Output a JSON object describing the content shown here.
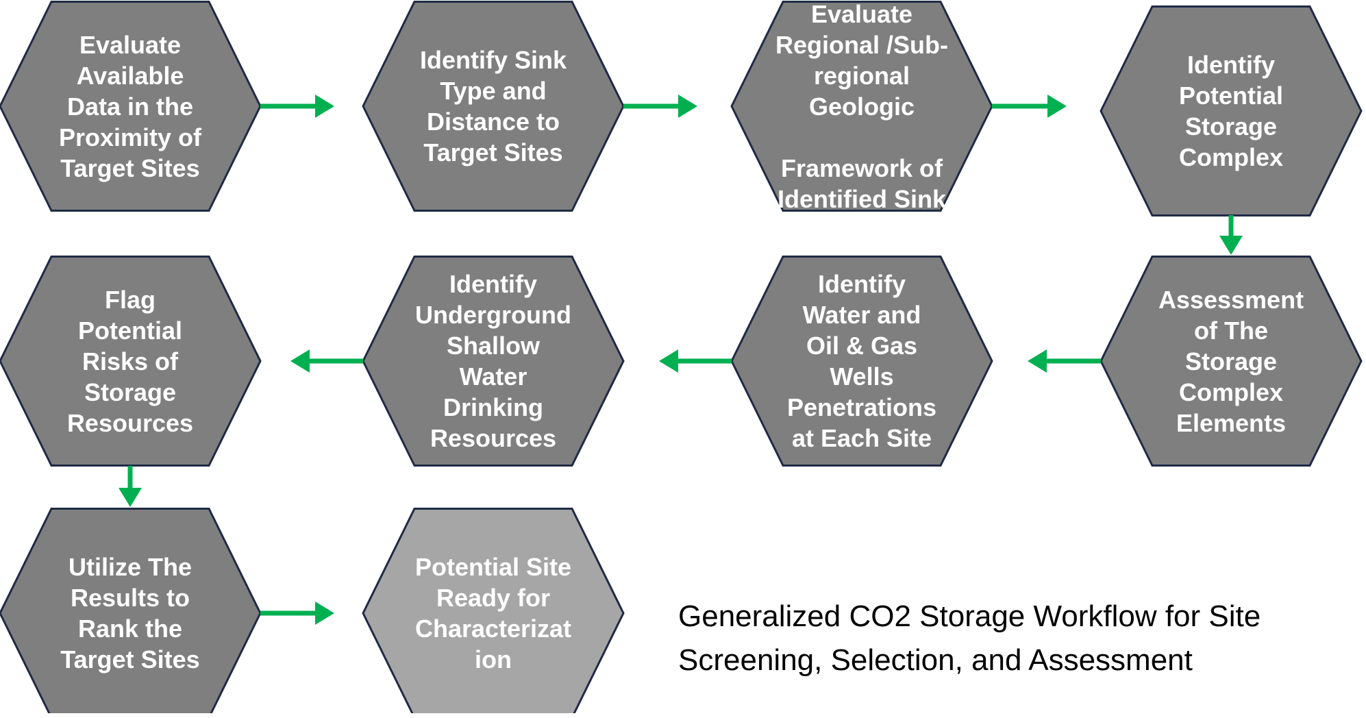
{
  "colors": {
    "hex_fill": "#7f7f7f",
    "hex_final_fill": "#a6a6a6",
    "hex_stroke": "#1f2a44",
    "arrow": "#00b050",
    "text": "#ffffff"
  },
  "steps": [
    {
      "id": "evaluate-data",
      "text": "Evaluate\nAvailable\nData in the\nProximity of\nTarget Sites"
    },
    {
      "id": "identify-sink",
      "text": "Identify Sink\nType and\nDistance to\nTarget Sites"
    },
    {
      "id": "evaluate-geologic",
      "text": "Evaluate\nRegional /Sub-\nregional\nGeologic\n\nFramework of\nIdentified Sink"
    },
    {
      "id": "identify-storage-complex",
      "text": "Identify\nPotential\nStorage\nComplex"
    },
    {
      "id": "assessment-elements",
      "text": "Assessment\nof The\nStorage\nComplex\nElements"
    },
    {
      "id": "identify-wells",
      "text": "Identify\nWater and\nOil & Gas\nWells\nPenetrations\nat Each Site"
    },
    {
      "id": "identify-water-resources",
      "text": "Identify\nUnderground\nShallow\nWater\nDrinking\nResources"
    },
    {
      "id": "flag-risks",
      "text": "Flag\nPotential\nRisks of\nStorage\nResources"
    },
    {
      "id": "utilize-results",
      "text": "Utilize The\nResults to\nRank the\nTarget Sites"
    },
    {
      "id": "site-ready",
      "text": "Potential Site\nReady for\nCharacterizat\nion"
    }
  ],
  "caption": {
    "line1": "Generalized CO2 Storage Workflow for Site",
    "line2": "Screening, Selection, and Assessment"
  }
}
